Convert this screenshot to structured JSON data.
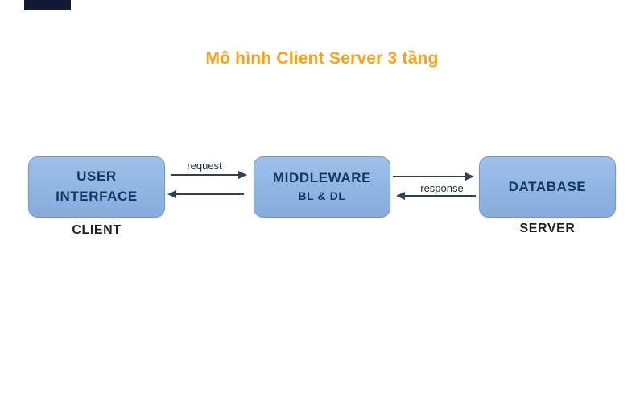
{
  "page": {
    "title": "Mô hình Client Server 3 tầng"
  },
  "diagram": {
    "nodes": [
      {
        "id": "client-ui",
        "lines": [
          "USER",
          "INTERFACE"
        ],
        "caption": "CLIENT"
      },
      {
        "id": "middleware",
        "lines": [
          "MIDDLEWARE",
          "BL & DL"
        ],
        "caption": ""
      },
      {
        "id": "database",
        "lines": [
          "DATABASE"
        ],
        "caption": "SERVER"
      }
    ],
    "edges": [
      {
        "from": "client-ui",
        "to": "middleware",
        "label": "request"
      },
      {
        "from": "middleware",
        "to": "client-ui",
        "label": ""
      },
      {
        "from": "middleware",
        "to": "database",
        "label": ""
      },
      {
        "from": "database",
        "to": "middleware",
        "label": "response"
      }
    ],
    "colors": {
      "title": "#F5A31B",
      "box_fill": "#8DB4E2",
      "box_border": "#7396C5",
      "box_text": "#17365D",
      "arrow": "#2F4156",
      "caption_text": "#1F1F1F",
      "corner_logo": "#101A35"
    }
  }
}
